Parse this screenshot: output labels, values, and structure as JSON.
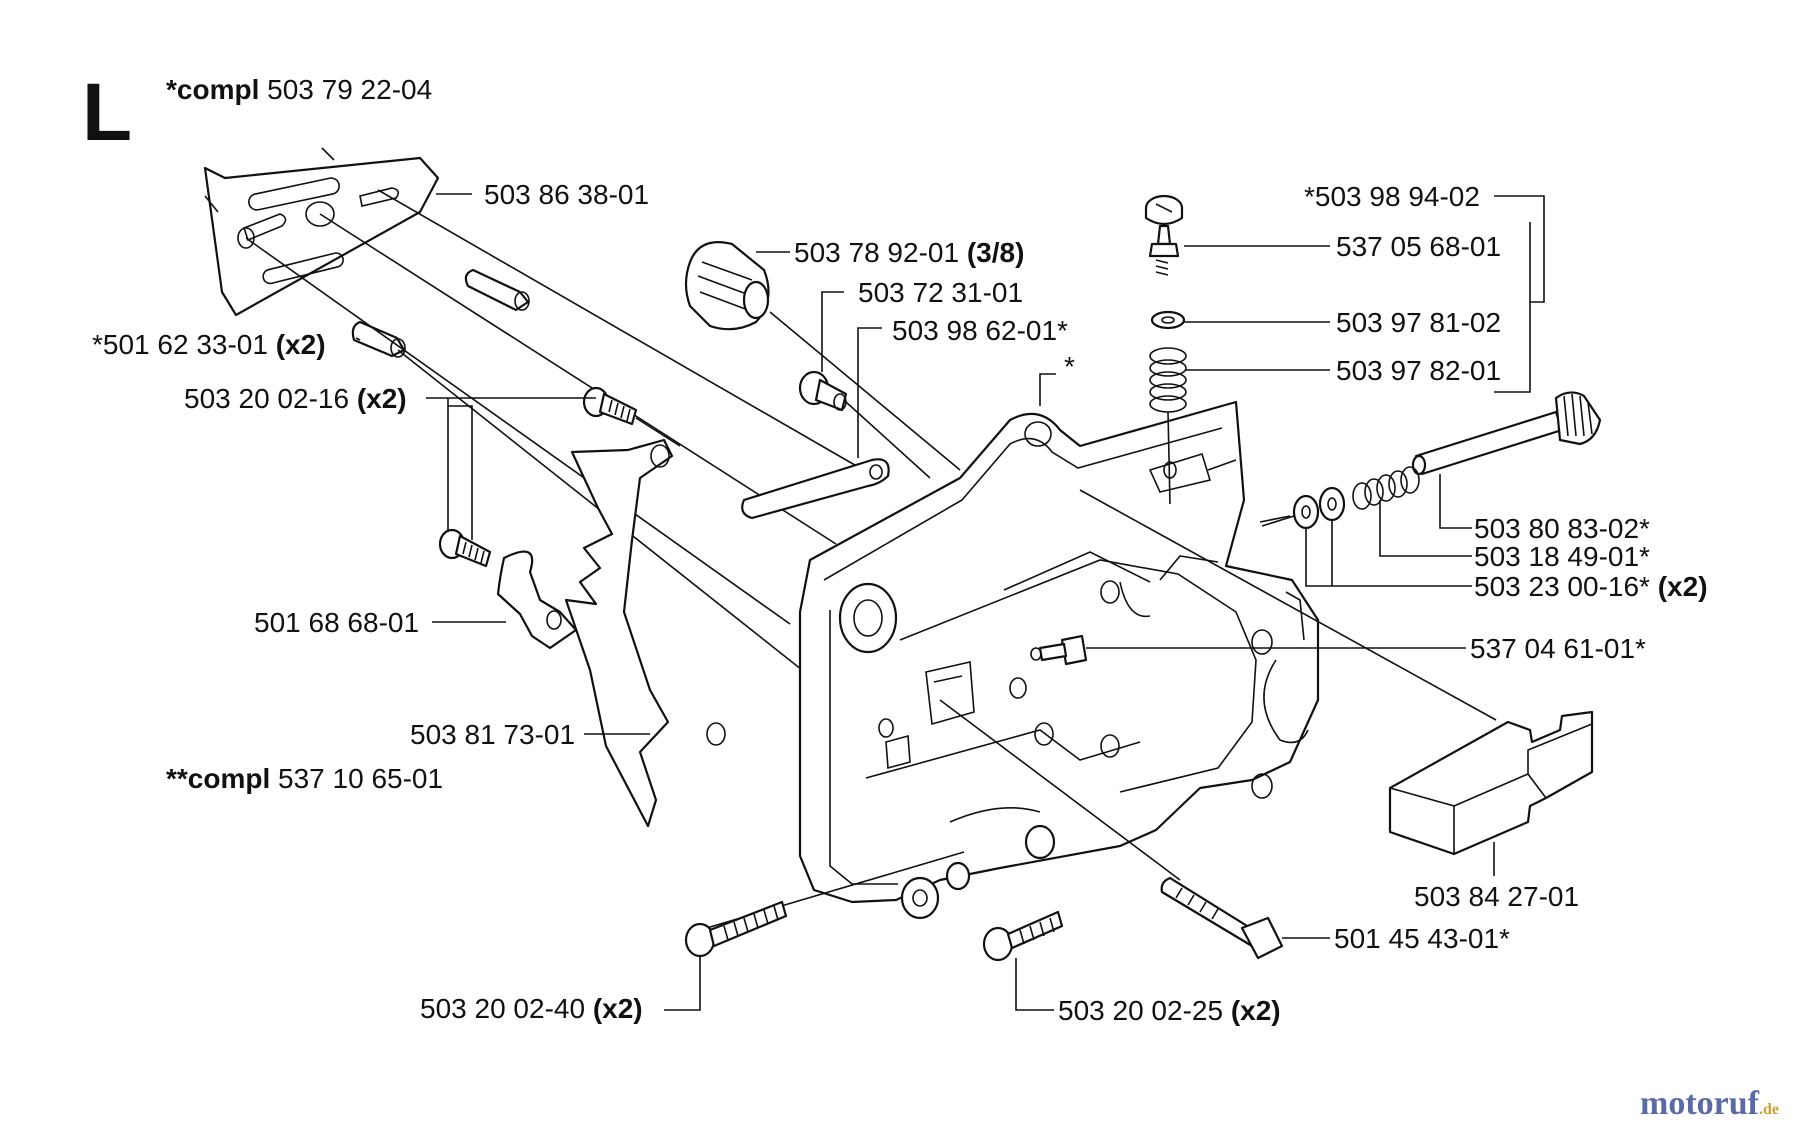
{
  "section_letter": "L",
  "compl_top": {
    "prefix": "*compl",
    "number": "503 79 22-04"
  },
  "compl_bottom": {
    "prefix": "**compl",
    "number": "537 10 65-01"
  },
  "parts": [
    {
      "id": "p1",
      "number": "503 86 38-01",
      "qty": ""
    },
    {
      "id": "p2",
      "number": "*501 62 33-01",
      "qty": "(x2)"
    },
    {
      "id": "p3",
      "number": "503 20 02-16",
      "qty": "(x2)"
    },
    {
      "id": "p4",
      "number": "501 68 68-01",
      "qty": ""
    },
    {
      "id": "p5",
      "number": "503 81 73-01",
      "qty": ""
    },
    {
      "id": "p6",
      "number": "503 78 92-01",
      "qty": "(3/8)"
    },
    {
      "id": "p7",
      "number": "503 72 31-01",
      "qty": ""
    },
    {
      "id": "p8",
      "number": "503 98 62-01*",
      "qty": ""
    },
    {
      "id": "p9",
      "number": "*",
      "qty": ""
    },
    {
      "id": "p10",
      "number": "*503 98 94-02",
      "qty": ""
    },
    {
      "id": "p11",
      "number": "537 05 68-01",
      "qty": ""
    },
    {
      "id": "p12",
      "number": "503 97 81-02",
      "qty": ""
    },
    {
      "id": "p13",
      "number": "503 97 82-01",
      "qty": ""
    },
    {
      "id": "p14",
      "number": "503 80 83-02*",
      "qty": ""
    },
    {
      "id": "p15",
      "number": "503 18 49-01*",
      "qty": ""
    },
    {
      "id": "p16",
      "number": "503 23 00-16*",
      "qty": "(x2)"
    },
    {
      "id": "p17",
      "number": "537 04 61-01*",
      "qty": ""
    },
    {
      "id": "p18",
      "number": "503 84 27-01",
      "qty": ""
    },
    {
      "id": "p19",
      "number": "501 45 43-01*",
      "qty": ""
    },
    {
      "id": "p20",
      "number": "503 20 02-40",
      "qty": "(x2)"
    },
    {
      "id": "p21",
      "number": "503 20 02-25",
      "qty": "(x2)"
    }
  ],
  "watermark": {
    "text": "motoruf",
    "suffix": ".de"
  },
  "colors": {
    "line": "#111111",
    "background": "#ffffff",
    "watermark_main": "#5a6aa8",
    "watermark_accent": "#c9a23a"
  }
}
